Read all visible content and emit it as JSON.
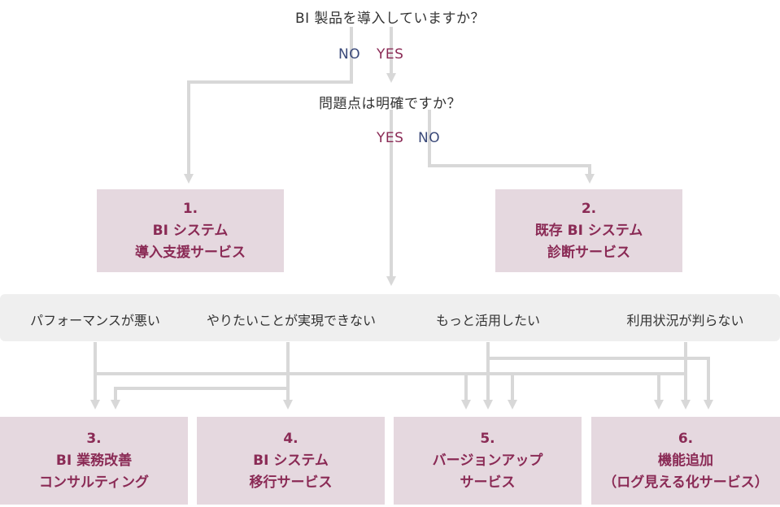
{
  "question1": "BI 製品を導入していますか？",
  "q1_no": "NO",
  "q1_yes": "YES",
  "question2": "問題点は明確ですか？",
  "q2_yes": "YES",
  "q2_no": "NO",
  "services": [
    {
      "number": "1.",
      "line1": "BI システム",
      "line2": "導入支援サービス"
    },
    {
      "number": "2.",
      "line1": "既存 BI システム",
      "line2": "診断サービス"
    },
    {
      "number": "3.",
      "line1": "BI 業務改善",
      "line2": "コンサルティング"
    },
    {
      "number": "4.",
      "line1": "BI システム",
      "line2": "移行サービス"
    },
    {
      "number": "5.",
      "line1": "バージョンアップ",
      "line2": "サービス"
    },
    {
      "number": "6.",
      "line1": "機能追加",
      "line2": "（ログ見える化サービス）"
    }
  ],
  "problems": [
    "パフォーマンスが悪い",
    "やりたいことが実現できない",
    "もっと活用したい",
    "利用状況が判らない"
  ],
  "colors": {
    "box_fill": "#e5d8df",
    "box_text": "#8a2a55",
    "yes": "#8a2a55",
    "no": "#3b4a7a",
    "line": "#d8d8d8",
    "band": "#efefef"
  }
}
